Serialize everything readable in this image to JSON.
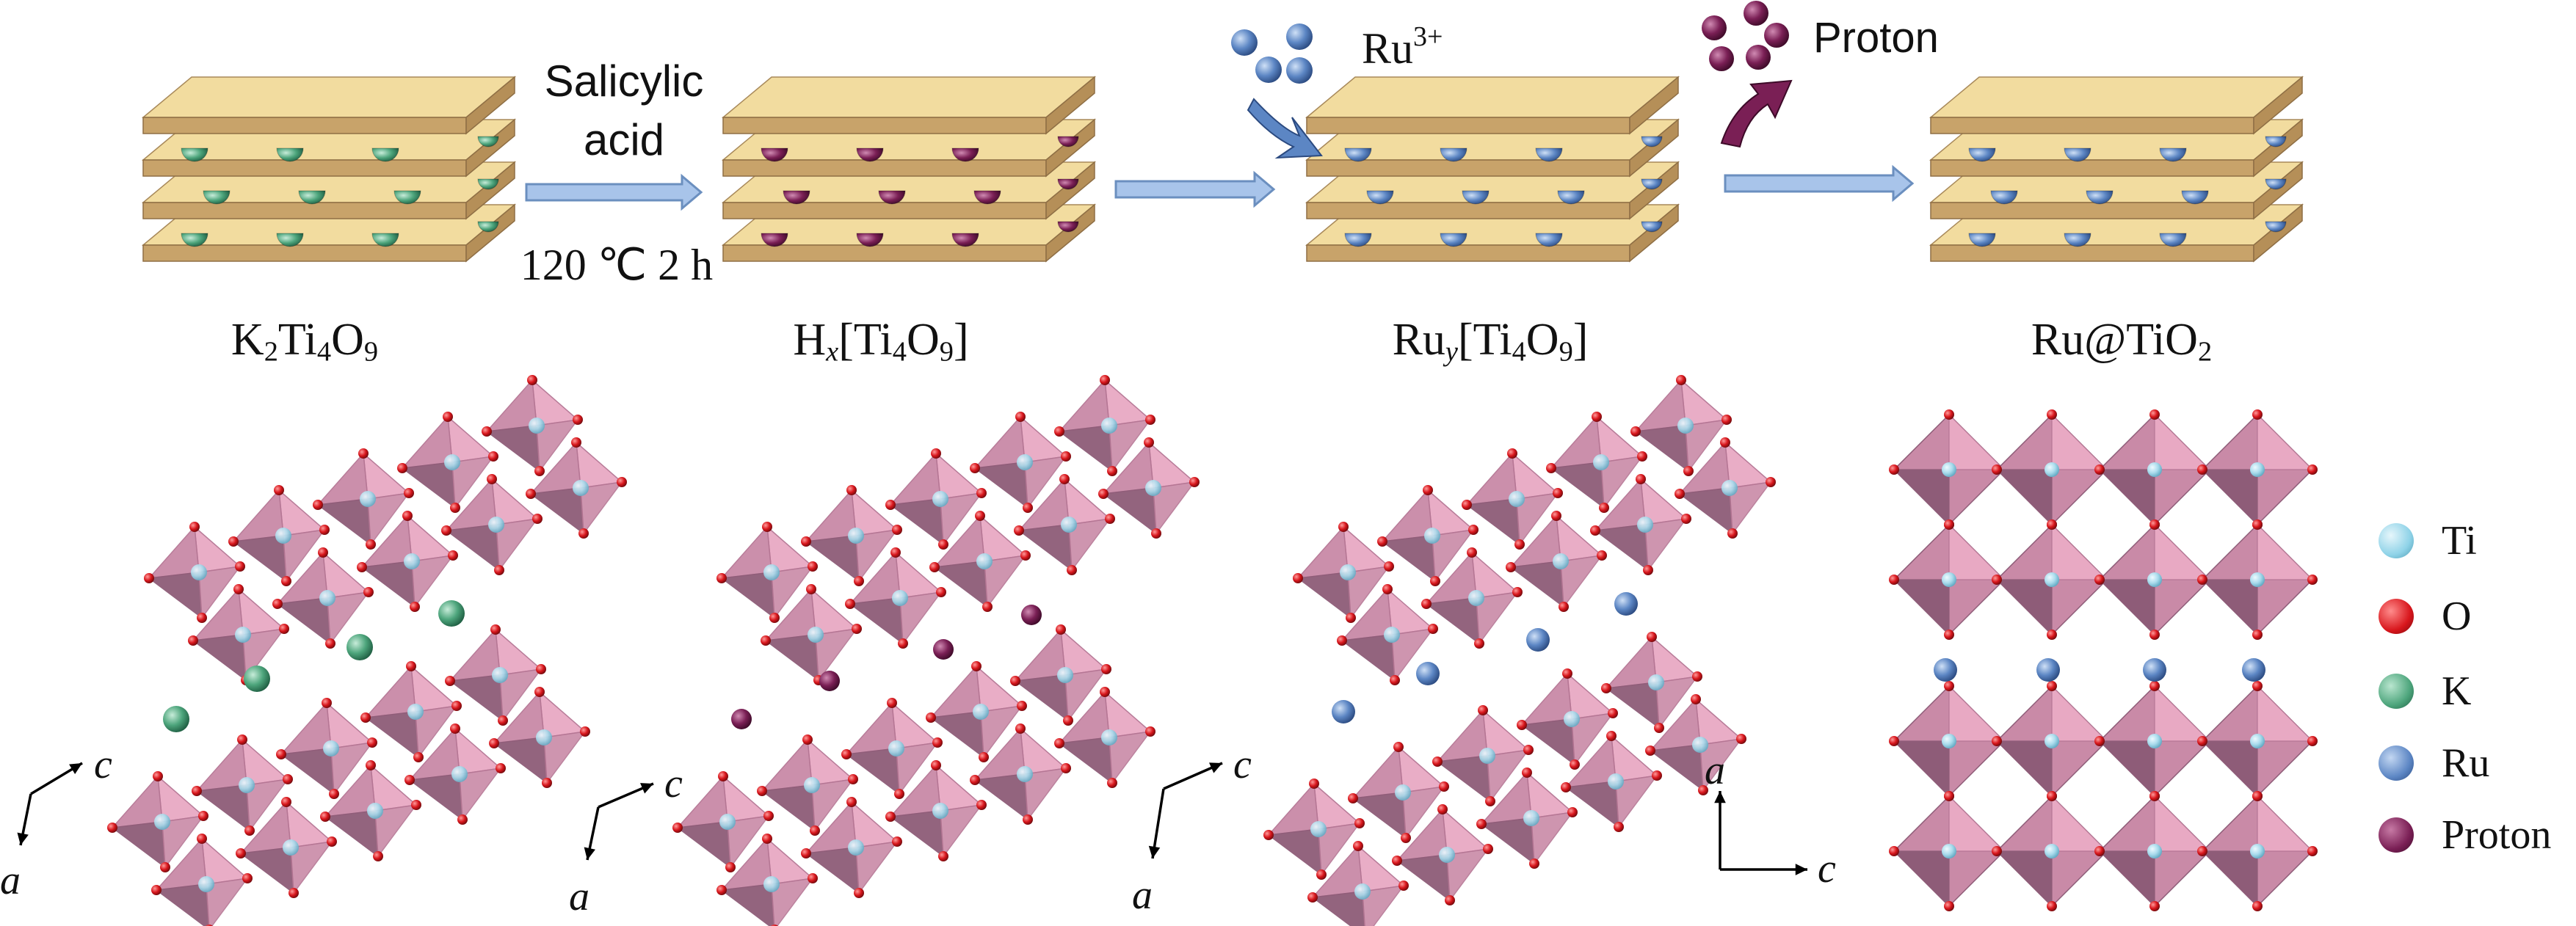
{
  "top_row": {
    "compounds": [
      {
        "main": "K",
        "sub1": "2",
        "mid": "Ti",
        "sub2": "4",
        "tail": "O",
        "sub3": "9",
        "post": ""
      },
      {
        "main": "H",
        "italic_sub": "x",
        "pre_bracket": "[Ti",
        "sub2": "4",
        "tail": "O",
        "sub3": "9",
        "post": "]"
      },
      {
        "main": "Ru",
        "italic_sub": "y",
        "pre_bracket": "[Ti",
        "sub2": "4",
        "tail": "O",
        "sub3": "9",
        "post": "]"
      },
      {
        "main": "Ru@TiO",
        "sub1": "2"
      }
    ],
    "step1_above_1": "Salicylic",
    "step1_above_2": "acid",
    "step1_below": "120 ℃ 2 h",
    "ion_label": "Ru",
    "ion_charge": "3+",
    "proton_label": "Proton"
  },
  "legend": [
    {
      "label": "Ti",
      "color": "#8fd3e8"
    },
    {
      "label": "O",
      "color": "#d8161c"
    },
    {
      "label": "K",
      "color": "#4da57c"
    },
    {
      "label": "Ru",
      "color": "#5c86c4"
    },
    {
      "label": "Proton",
      "color": "#7a1f55"
    }
  ],
  "axes": [
    {
      "v": "c",
      "h": "a"
    },
    {
      "v": "c",
      "h": "a"
    },
    {
      "v": "c",
      "h": "a"
    },
    {
      "v": "a",
      "h": "c"
    }
  ],
  "colors": {
    "layer_top": "#f2dc9f",
    "layer_side": "#c8a36a",
    "arrow_fill": "#a8c4ea",
    "arrow_stroke": "#6b8fbf",
    "k_ion": "#4da57c",
    "proton": "#7a1f55",
    "ru": "#5c86c4",
    "octa_light": "#e8a9c3",
    "octa_mid": "#c98aa7",
    "octa_dark": "#8e5c78",
    "oxygen": "#d8161c",
    "titanium": "#a9dbec"
  }
}
